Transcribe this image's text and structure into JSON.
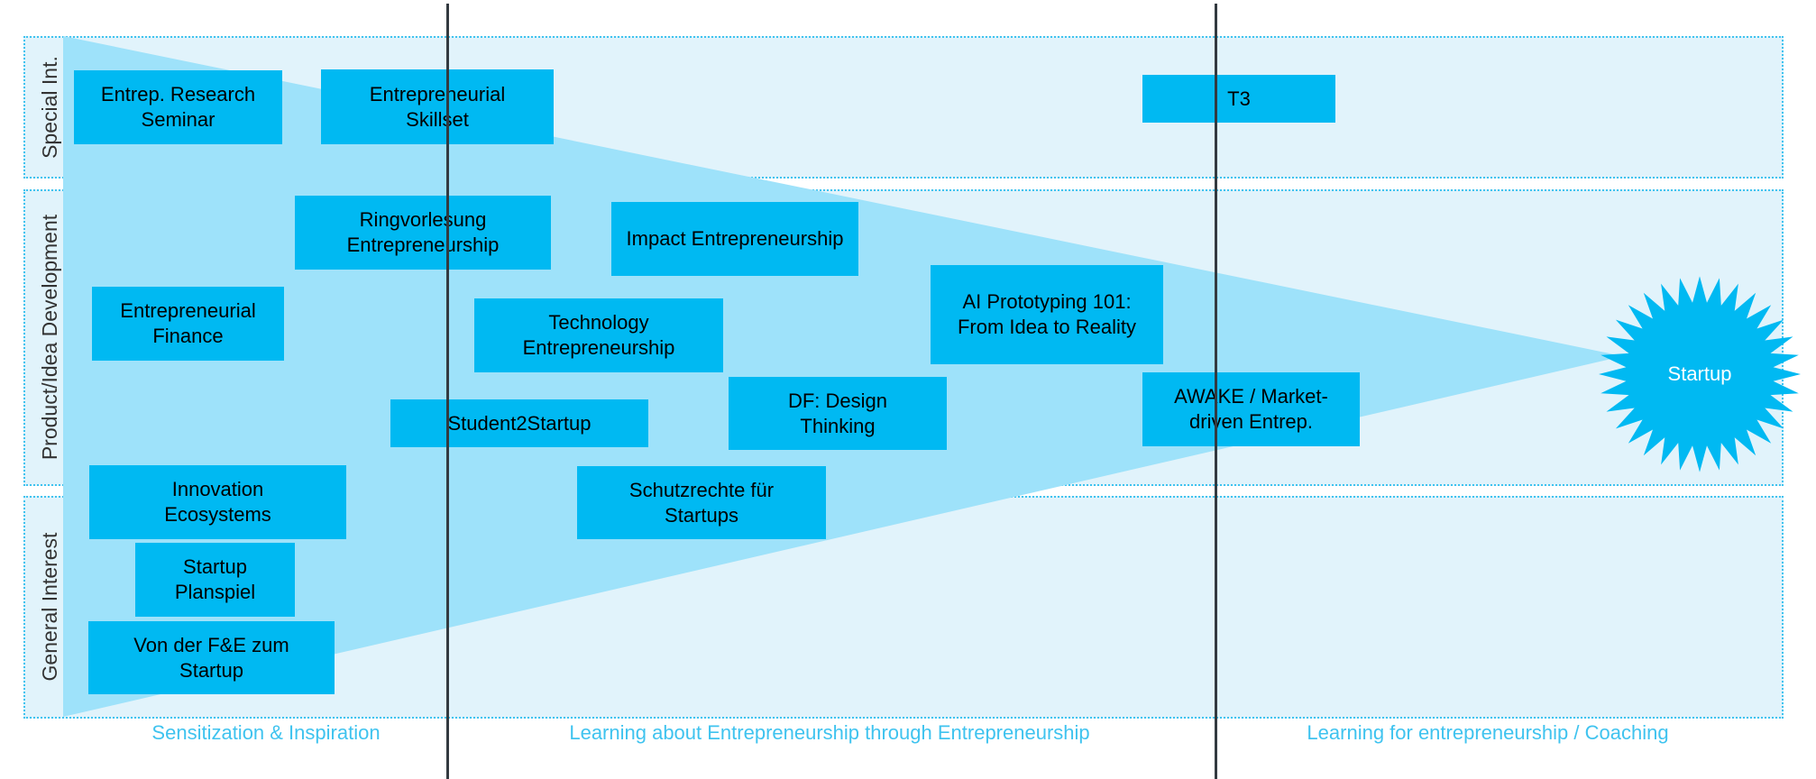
{
  "bands": [
    {
      "id": "special",
      "label": "Special Int."
    },
    {
      "id": "product",
      "label": "Product/Idea Development"
    },
    {
      "id": "general",
      "label": "General Interest"
    }
  ],
  "courses": [
    {
      "id": "entrep-research-seminar",
      "label": "Entrep. Research Seminar"
    },
    {
      "id": "entrepreneurial-skillset",
      "label": "Entrepreneurial Skillset"
    },
    {
      "id": "t3",
      "label": "T3"
    },
    {
      "id": "ringvorlesung",
      "label": "Ringvorlesung Entrepreneurship"
    },
    {
      "id": "impact-entrepreneurship",
      "label": "Impact Entrepreneurship"
    },
    {
      "id": "ai-prototyping",
      "label": "AI Prototyping 101: From Idea to Reality"
    },
    {
      "id": "entrepreneurial-finance",
      "label": "Entrepreneurial Finance"
    },
    {
      "id": "technology-entrepreneurship",
      "label": "Technology Entrepreneurship"
    },
    {
      "id": "awake",
      "label": "AWAKE / Market-driven Entrep."
    },
    {
      "id": "student2startup",
      "label": "Student2Startup"
    },
    {
      "id": "df-design-thinking",
      "label": "DF: Design Thinking"
    },
    {
      "id": "innovation-ecosystems",
      "label": "Innovation Ecosystems"
    },
    {
      "id": "schutzrechte",
      "label": "Schutzrechte für Startups"
    },
    {
      "id": "startup-planspiel",
      "label": "Startup Planspiel"
    },
    {
      "id": "von-der-fe",
      "label": "Von der F&E zum Startup"
    }
  ],
  "goal": {
    "label": "Startup"
  },
  "phases": [
    {
      "id": "sensitization",
      "label": "Sensitization & Inspiration"
    },
    {
      "id": "learning-about",
      "label": "Learning about Entrepreneurship through Entrepreneurship"
    },
    {
      "id": "learning-for",
      "label": "Learning for entrepreneurship / Coaching"
    }
  ],
  "colors": {
    "band_fill": "#e1f3fb",
    "band_border": "#3fc3ef",
    "funnel": "#9ee2fa",
    "box": "#00b9f2",
    "phase_text": "#3fc3ef",
    "divider": "#333a40"
  }
}
